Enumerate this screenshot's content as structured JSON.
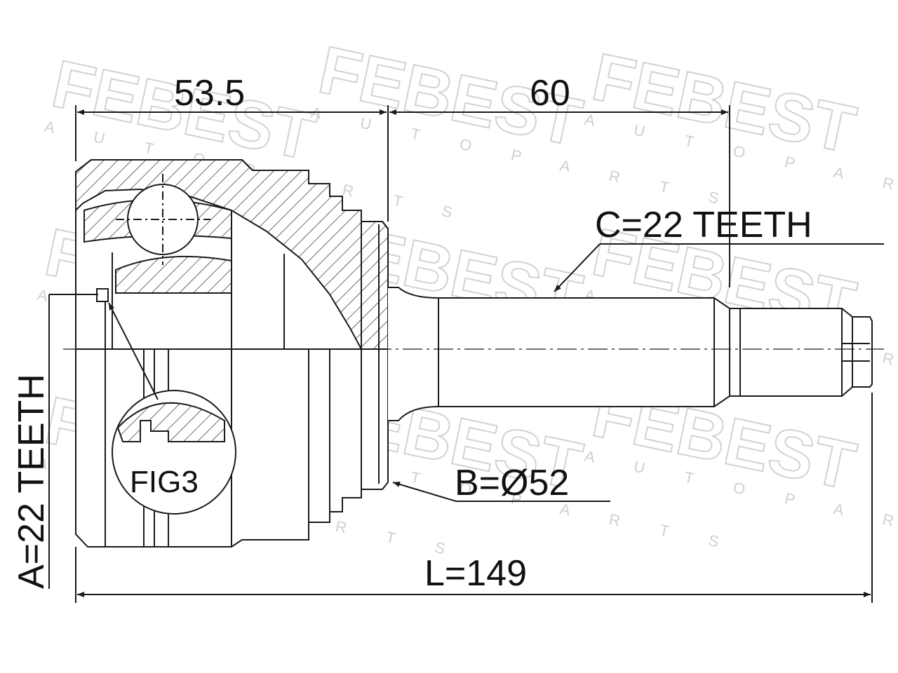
{
  "watermark": {
    "brand": "FEBEST",
    "subtitle": "A U T O   P A R T S"
  },
  "dimensions": {
    "outer_length": "53.5",
    "shaft_length": "60",
    "teeth_c": "C=22 TEETH",
    "teeth_a": "A=22 TEETH",
    "diameter_b": "B=Ø52",
    "total_length": "L=149",
    "figure_ref": "FIG3"
  },
  "colors": {
    "line": "#1a1a1a",
    "watermark": "#d2d2d2",
    "background": "#ffffff"
  }
}
